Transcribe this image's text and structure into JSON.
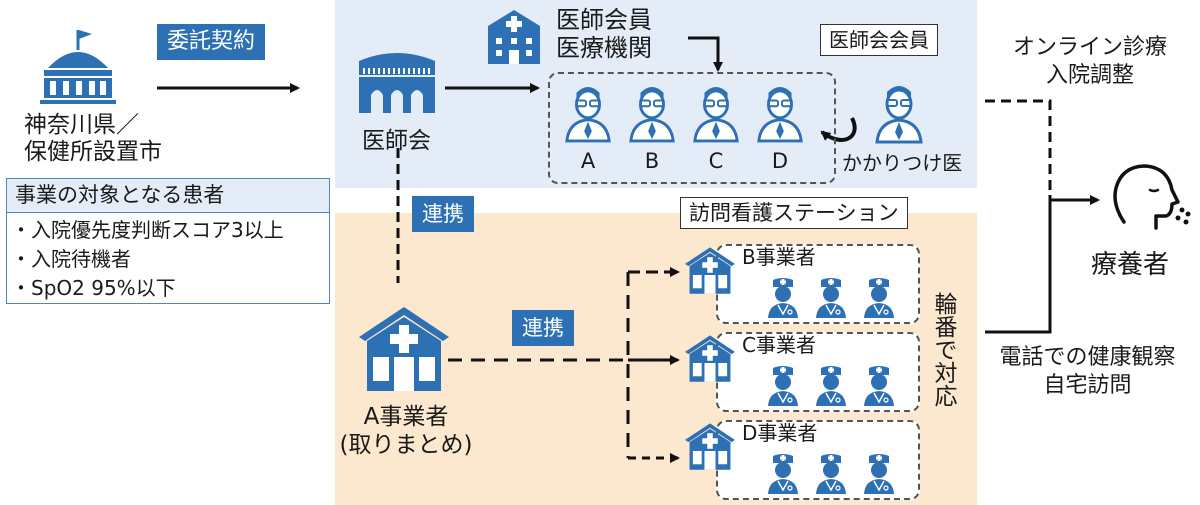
{
  "colors": {
    "brand_blue": "#2d70b3",
    "panel_blue": "#e4edf7",
    "panel_tan": "#fbe8cf",
    "line": "#111111"
  },
  "prefecture": {
    "icon": "government-building-icon",
    "label_line1": "神奈川県／",
    "label_line2": "保健所設置市"
  },
  "contract_label": "委託契約",
  "patients": {
    "title": "事業の対象となる患者",
    "items": [
      "・入院優先度判断スコア3以上",
      "・入院待機者",
      "・SpO2 95%以下"
    ]
  },
  "medical_association": {
    "icon": "association-hall-icon",
    "label": "医師会"
  },
  "member_institution": {
    "icon": "hospital-icon",
    "label_line1": "医師会員",
    "label_line2": "医療機関"
  },
  "member_badge": "医師会会員",
  "doctors": [
    {
      "label": "A"
    },
    {
      "label": "B"
    },
    {
      "label": "C"
    },
    {
      "label": "D"
    }
  ],
  "family_doctor": "かかりつけ医",
  "cooperation_label_1": "連携",
  "cooperation_label_2": "連携",
  "coordinator": {
    "icon": "clinic-icon",
    "label_line1": "A事業者",
    "label_line2": "(取りまとめ)"
  },
  "nursing_station_title": "訪問看護ステーション",
  "providers": [
    {
      "label": "B事業者"
    },
    {
      "label": "C事業者"
    },
    {
      "label": "D事業者"
    }
  ],
  "rotation_label": "輪番で対応",
  "online_care": {
    "line1": "オンライン診療",
    "line2": "入院調整"
  },
  "patient_home": {
    "icon": "coughing-person-icon",
    "label": "療養者"
  },
  "phone_care": {
    "line1": "電話での健康観察",
    "line2": "自宅訪問"
  }
}
